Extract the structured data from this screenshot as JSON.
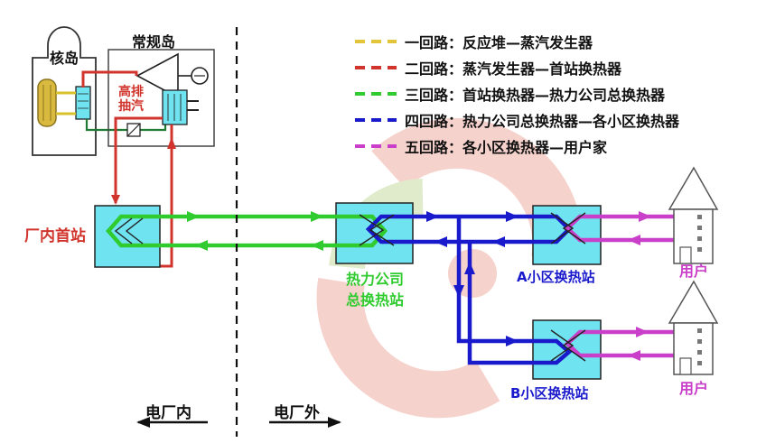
{
  "legend": {
    "items": [
      {
        "label": "一回路：反应堆—蒸汽发生器",
        "color": "#E2C53B"
      },
      {
        "label": "二回路：蒸汽发生器—首站换热器",
        "color": "#D0342C"
      },
      {
        "label": "三回路：首站换热器—热力公司总换热器",
        "color": "#2FCB2F"
      },
      {
        "label": "四回路：热力公司总换热器—各小区换热器",
        "color": "#1A1ACD"
      },
      {
        "label": "五回路：各小区换热器—用户家",
        "color": "#C93FC9"
      }
    ]
  },
  "nuclear_island": {
    "label": "核岛"
  },
  "conventional_island": {
    "label": "常规岛",
    "hp_extraction_label": "高排\n抽汽"
  },
  "stations": {
    "first_station": {
      "label": "厂内首站"
    },
    "thermal_company": {
      "label": "热力公司\n总换热站"
    },
    "district_a": {
      "label": "A小区换热站"
    },
    "district_b": {
      "label": "B小区换热站"
    }
  },
  "users": {
    "top_label": "用户",
    "bottom_label": "用户"
  },
  "zones": {
    "inside_plant": "电厂内",
    "outside_plant": "电厂外"
  },
  "colors": {
    "circuit1_yellow": "#E2C53B",
    "circuit2_red": "#D0342C",
    "circuit3_green": "#2FCB2F",
    "circuit4_blue": "#1A1ACD",
    "circuit5_magenta": "#C93FC9",
    "station_fill_cyan": "#6FE3EF",
    "reactor_fill_yellow": "#D9BA3E",
    "condensate_dark_green": "#1F7A33",
    "watermark_red": "#E2614C",
    "watermark_green": "#8FBA44"
  }
}
